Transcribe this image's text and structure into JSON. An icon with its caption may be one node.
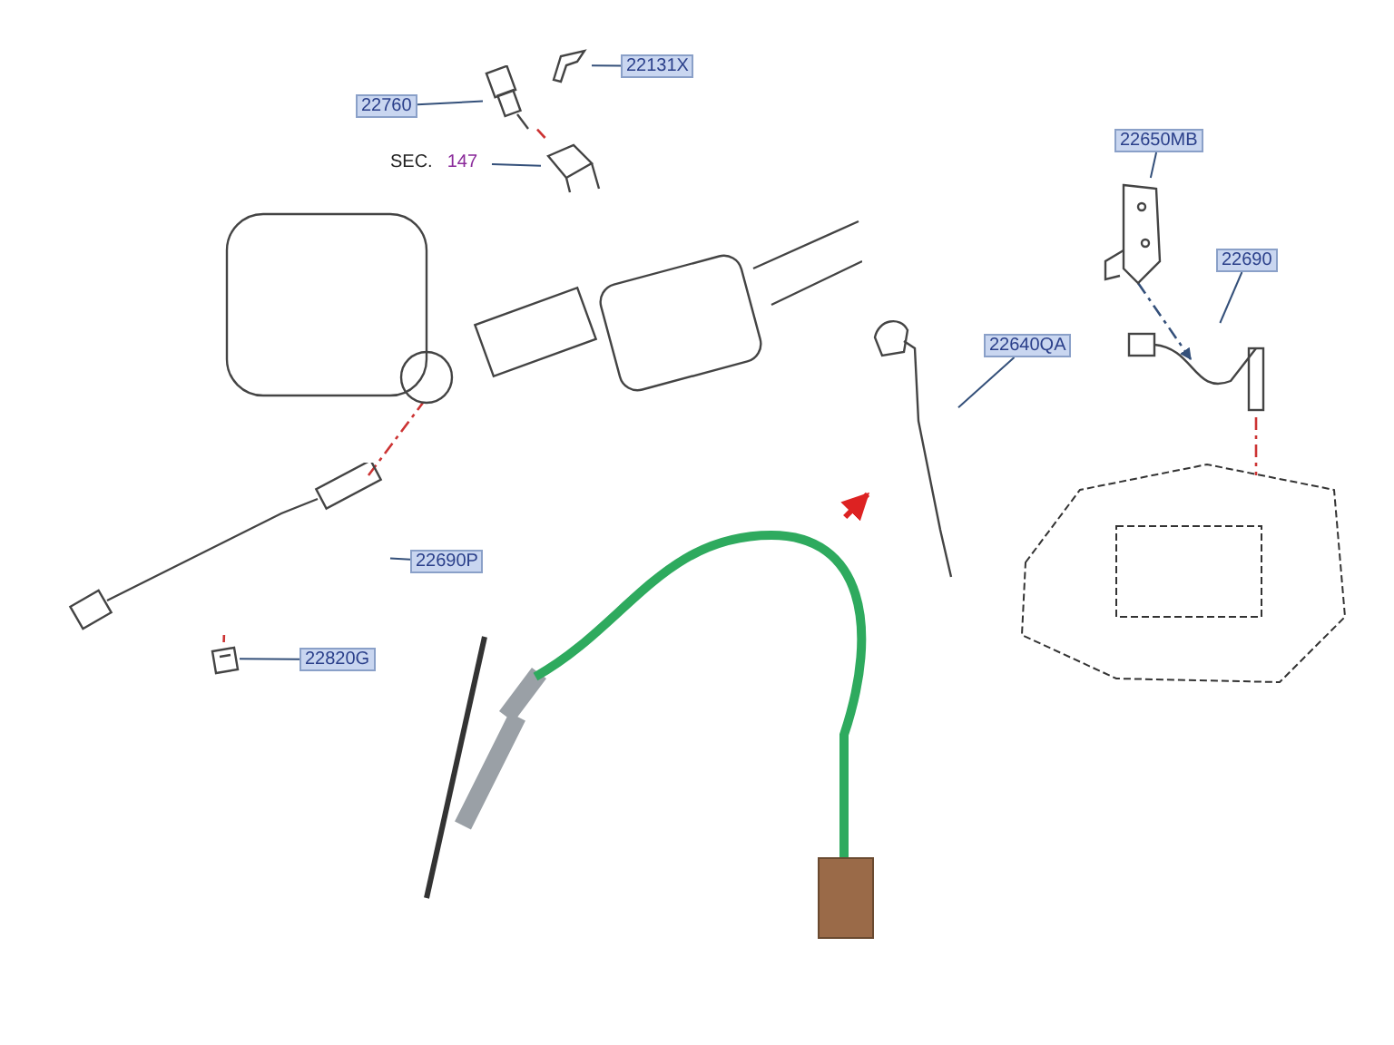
{
  "diagram": {
    "nodes": [
      {
        "text": [
          "22131X"
        ]
      },
      {
        "text": [],
        "shape": "picture"
      },
      {
        "text": [
          "22760"
        ]
      },
      {
        "text": [],
        "shape": "picture"
      },
      {
        "text": [
          "SEC.",
          "147"
        ]
      },
      {
        "text": [],
        "shape": "picture"
      },
      {
        "text": [
          "22650MB"
        ]
      },
      {
        "text": [],
        "shape": "picture"
      },
      {
        "text": [
          "22690"
        ]
      },
      {
        "text": [],
        "shape": "picture"
      },
      {
        "text": [
          "22640QA"
        ]
      },
      {
        "text": [],
        "shape": "picture"
      },
      {
        "text": [
          "22690P"
        ]
      },
      {
        "text": [],
        "shape": "picture"
      },
      {
        "text": [
          "22820G"
        ]
      },
      {
        "text": [],
        "shape": "picture"
      },
      {
        "text": [],
        "shape": "picture"
      },
      {
        "text": [],
        "shape": "picture"
      },
      {
        "text": [],
        "shape": "picture"
      }
    ],
    "edges": [
      {
        "from": 0,
        "to": 1,
        "arrow": "none"
      },
      {
        "from": 2,
        "to": 3,
        "arrow": "none"
      },
      {
        "from": 4,
        "to": 5,
        "arrow": "none"
      },
      {
        "from": 3,
        "to": 5,
        "arrow": "none",
        "style": "dashed",
        "color": "#cc3333"
      },
      {
        "from": 6,
        "to": 7,
        "arrow": "none"
      },
      {
        "from": 7,
        "to": 9,
        "arrow": "to",
        "style": "dashed"
      },
      {
        "from": 8,
        "to": 9,
        "arrow": "none"
      },
      {
        "from": 9,
        "to": 18,
        "arrow": "none",
        "style": "dashed",
        "color": "#cc3333"
      },
      {
        "from": 10,
        "to": 11,
        "arrow": "none"
      },
      {
        "from": 12,
        "to": 13,
        "arrow": "none"
      },
      {
        "from": 13,
        "to": 17,
        "arrow": "none",
        "style": "dashed",
        "color": "#cc3333"
      },
      {
        "from": 14,
        "to": 15,
        "arrow": "none"
      },
      {
        "from": 15,
        "to": 13,
        "arrow": "none",
        "style": "dashed",
        "color": "#cc3333"
      },
      {
        "from": 16,
        "to": 11,
        "arrow": "to",
        "style": "thick",
        "color": "#dd2222"
      }
    ]
  }
}
